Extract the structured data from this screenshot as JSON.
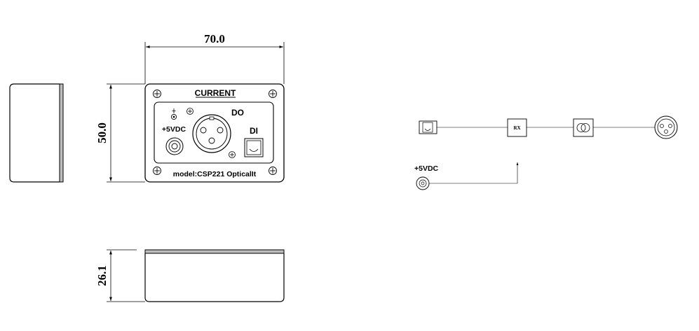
{
  "dimensions": {
    "width": "70.0",
    "height": "50.0",
    "depth": "26.1"
  },
  "front_panel": {
    "title": "CURRENT",
    "output_label": "DO",
    "input_label": "DI",
    "power_label": "+5VDC",
    "model_label": "model:CSP221 OpticalIt"
  },
  "signal_diagram": {
    "receiver_label": "RX",
    "power_label": "+5VDC"
  }
}
